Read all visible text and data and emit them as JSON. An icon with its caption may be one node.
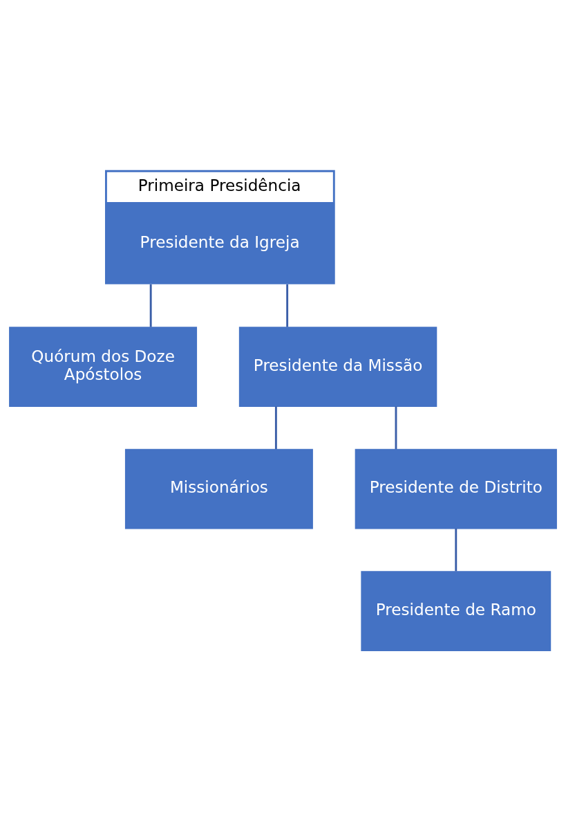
{
  "diagram": {
    "nodes": [
      {
        "text": [
          "Primeira Presidência",
          "Presidente da Igreja"
        ]
      },
      {
        "text": [
          "Quórum dos Doze Apóstolos"
        ]
      },
      {
        "text": [
          "Presidente da Missão"
        ]
      },
      {
        "text": [
          "Missionários"
        ]
      },
      {
        "text": [
          "Presidente de Distrito"
        ]
      },
      {
        "text": [
          "Presidente de Ramo"
        ]
      }
    ],
    "edges": [
      {
        "from": 0,
        "to": 1,
        "arrow": "none"
      },
      {
        "from": 0,
        "to": 2,
        "arrow": "none"
      },
      {
        "from": 2,
        "to": 3,
        "arrow": "none"
      },
      {
        "from": 2,
        "to": 4,
        "arrow": "none"
      },
      {
        "from": 4,
        "to": 5,
        "arrow": "none"
      }
    ]
  }
}
